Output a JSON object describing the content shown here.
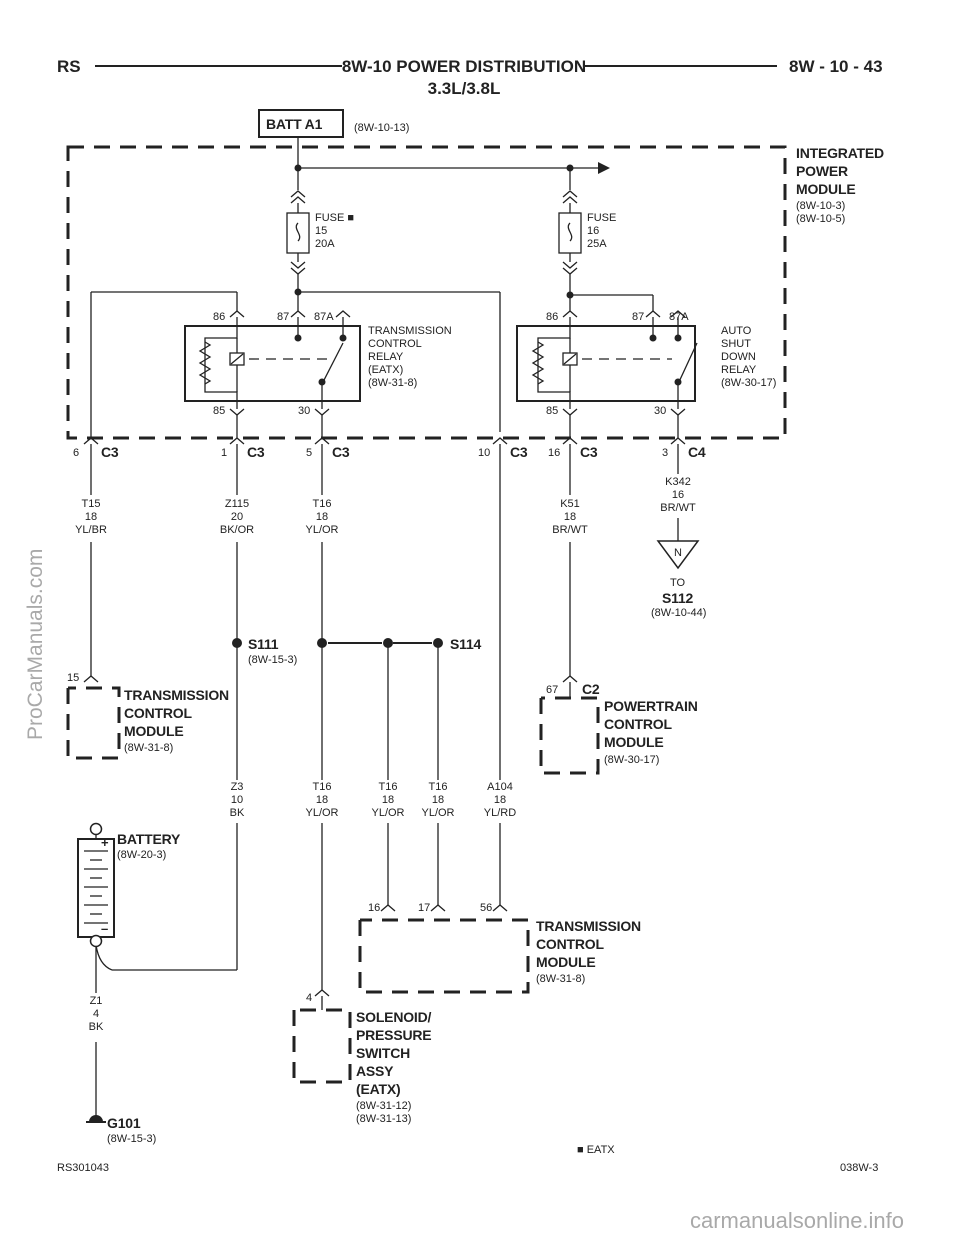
{
  "header": {
    "left": "RS",
    "title": "8W-10 POWER DISTRIBUTION",
    "subtitle": "3.3L/3.8L",
    "right": "8W - 10 - 43"
  },
  "batt": {
    "label": "BATT A1",
    "ref": "(8W-10-13)"
  },
  "ipm": {
    "name": [
      "INTEGRATED",
      "POWER",
      "MODULE"
    ],
    "refs": [
      "(8W-10-3)",
      "(8W-10-5)"
    ]
  },
  "fuses": [
    {
      "lines": [
        "FUSE",
        "15",
        "20A"
      ],
      "marker": "■"
    },
    {
      "lines": [
        "FUSE",
        "16",
        "25A"
      ]
    }
  ],
  "relays": [
    {
      "pins": [
        "86",
        "87",
        "87A",
        "85",
        "30"
      ],
      "name": [
        "TRANSMISSION",
        "CONTROL",
        "RELAY",
        "(EATX)",
        "(8W-31-8)"
      ]
    },
    {
      "pins": [
        "86",
        "87",
        "87A",
        "85",
        "30"
      ],
      "name": [
        "AUTO",
        "SHUT",
        "DOWN",
        "RELAY",
        "(8W-30-17)"
      ]
    }
  ],
  "connectors": [
    {
      "pin": "6",
      "name": "C3"
    },
    {
      "pin": "1",
      "name": "C3"
    },
    {
      "pin": "5",
      "name": "C3"
    },
    {
      "pin": "10",
      "name": "C3"
    },
    {
      "pin": "16",
      "name": "C3"
    },
    {
      "pin": "3",
      "name": "C4"
    }
  ],
  "wires_top": [
    {
      "lines": [
        "T15",
        "18",
        "YL/BR"
      ]
    },
    {
      "lines": [
        "Z115",
        "20",
        "BK/OR"
      ]
    },
    {
      "lines": [
        "T16",
        "18",
        "YL/OR"
      ]
    },
    {
      "lines": [
        "K51",
        "18",
        "BR/WT"
      ]
    },
    {
      "lines": [
        "K342",
        "16",
        "BR/WT"
      ]
    }
  ],
  "splice_note": {
    "glyph": "N",
    "to": "TO",
    "name": "S112",
    "ref": "(8W-10-44)"
  },
  "splices": {
    "s111": {
      "name": "S111",
      "ref": "(8W-15-3)"
    },
    "s114": {
      "name": "S114"
    }
  },
  "tcm_left": {
    "pin": "15",
    "name": [
      "TRANSMISSION",
      "CONTROL",
      "MODULE"
    ],
    "ref": "(8W-31-8)"
  },
  "pcm": {
    "pin": "67",
    "conn": "C2",
    "name": [
      "POWERTRAIN",
      "CONTROL",
      "MODULE"
    ],
    "ref": "(8W-30-17)"
  },
  "wires_mid": [
    {
      "lines": [
        "Z3",
        "10",
        "BK"
      ]
    },
    {
      "lines": [
        "T16",
        "18",
        "YL/OR"
      ]
    },
    {
      "lines": [
        "T16",
        "18",
        "YL/OR"
      ]
    },
    {
      "lines": [
        "T16",
        "18",
        "YL/OR"
      ]
    },
    {
      "lines": [
        "A104",
        "18",
        "YL/RD"
      ]
    }
  ],
  "battery": {
    "name": "BATTERY",
    "ref": "(8W-20-3)",
    "plus": "+",
    "minus": "–"
  },
  "tcm_bottom": {
    "pins": [
      "16",
      "17",
      "56"
    ],
    "name": [
      "TRANSMISSION",
      "CONTROL",
      "MODULE"
    ],
    "ref": "(8W-31-8)"
  },
  "solenoid": {
    "pin": "4",
    "name": [
      "SOLENOID/",
      "PRESSURE",
      "SWITCH",
      "ASSY",
      "(EATX)"
    ],
    "refs": [
      "(8W-31-12)",
      "(8W-31-13)"
    ]
  },
  "ground_wire": {
    "lines": [
      "Z1",
      "4",
      "BK"
    ]
  },
  "ground": {
    "name": "G101",
    "ref": "(8W-15-3)"
  },
  "legend": {
    "marker": "■",
    "text": "EATX"
  },
  "footer": {
    "left": "RS301043",
    "right": "038W-3"
  },
  "watermarks": {
    "side": "ProCarManuals.com",
    "bottom": "carmanualsonline.info"
  }
}
